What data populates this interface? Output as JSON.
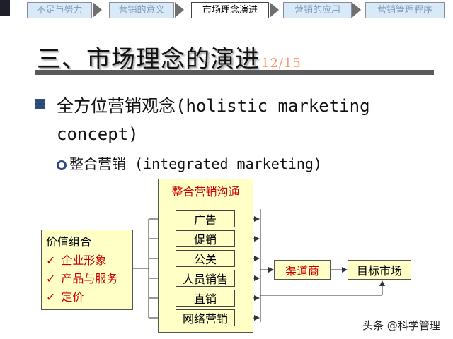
{
  "nav": {
    "tabs": [
      {
        "label": "不足与努力",
        "active": false
      },
      {
        "label": "营销的意义",
        "active": false
      },
      {
        "label": "市场理念演进",
        "active": true
      },
      {
        "label": "营销的应用",
        "active": false
      },
      {
        "label": "营销管理程序",
        "active": false
      }
    ]
  },
  "slide": {
    "title": "三、市场理念的演进",
    "page_num": "12/15",
    "bullet1": "全方位营销观念(holistic marketing concept)",
    "bullet2": "整合营销 (integrated marketing)"
  },
  "diagram": {
    "header": "整合营销沟通",
    "channels": [
      "广告",
      "促销",
      "公关",
      "人员销售",
      "直销",
      "网络营销"
    ],
    "value_box": {
      "title": "价值组合",
      "items": [
        "企业形象",
        "产品与服务",
        "定价"
      ]
    },
    "dealer": "渠道商",
    "target": "目标市场"
  },
  "watermark": "头条 @科学管理",
  "colors": {
    "tab_bg": "#d8eaf7",
    "tab_text": "#7f9bb5",
    "box_fill": "#ffffc6",
    "accent_red": "#cc0000",
    "bullet_blue": "#2c4b7e",
    "page_num": "#ff9a6a"
  }
}
